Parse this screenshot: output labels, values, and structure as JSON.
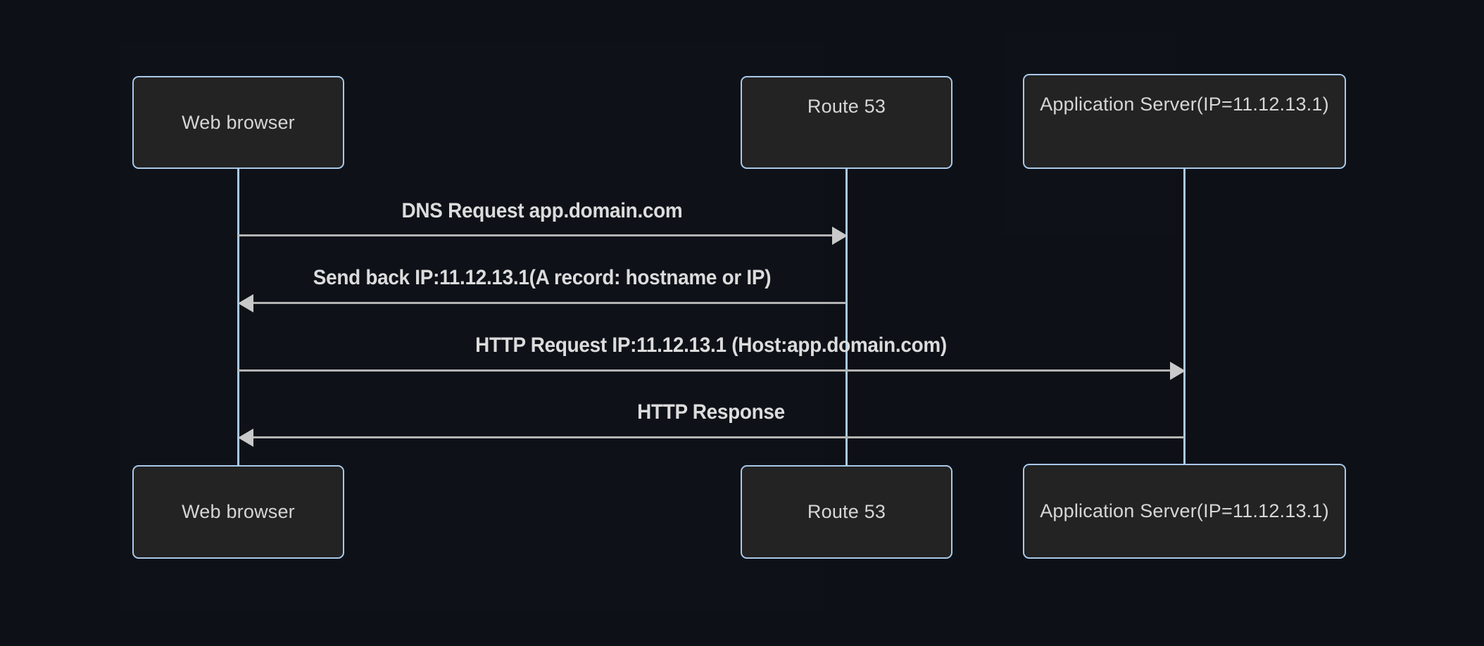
{
  "diagram": {
    "type": "sequence-diagram",
    "background_color": "#0d1117",
    "box_fill_color": "#232323",
    "box_border_color": "#a9c9e9",
    "lifeline_color": "#a9c9e9",
    "arrow_color": "#b4b4b4",
    "label_color": "#dcdcdc",
    "participants": [
      {
        "id": "browser",
        "label": "Web browser"
      },
      {
        "id": "route53",
        "label": "Route 53"
      },
      {
        "id": "appserver",
        "label": "Application Server(IP=11.12.13.1)"
      }
    ],
    "participants_bottom": [
      {
        "id": "browser",
        "label": "Web browser"
      },
      {
        "id": "route53",
        "label": "Route 53"
      },
      {
        "id": "appserver",
        "label": "Application Server(IP=11.12.13.1)"
      }
    ],
    "messages": [
      {
        "index": 1,
        "label": "DNS Request app.domain.com",
        "from": "browser",
        "to": "route53",
        "direction": "right"
      },
      {
        "index": 2,
        "label": "Send back IP:11.12.13.1(A record: hostname or IP)",
        "from": "route53",
        "to": "browser",
        "direction": "left"
      },
      {
        "index": 3,
        "label": "HTTP Request IP:11.12.13.1 (Host:app.domain.com)",
        "from": "browser",
        "to": "appserver",
        "direction": "right"
      },
      {
        "index": 4,
        "label": "HTTP Response",
        "from": "appserver",
        "to": "browser",
        "direction": "left"
      }
    ]
  }
}
